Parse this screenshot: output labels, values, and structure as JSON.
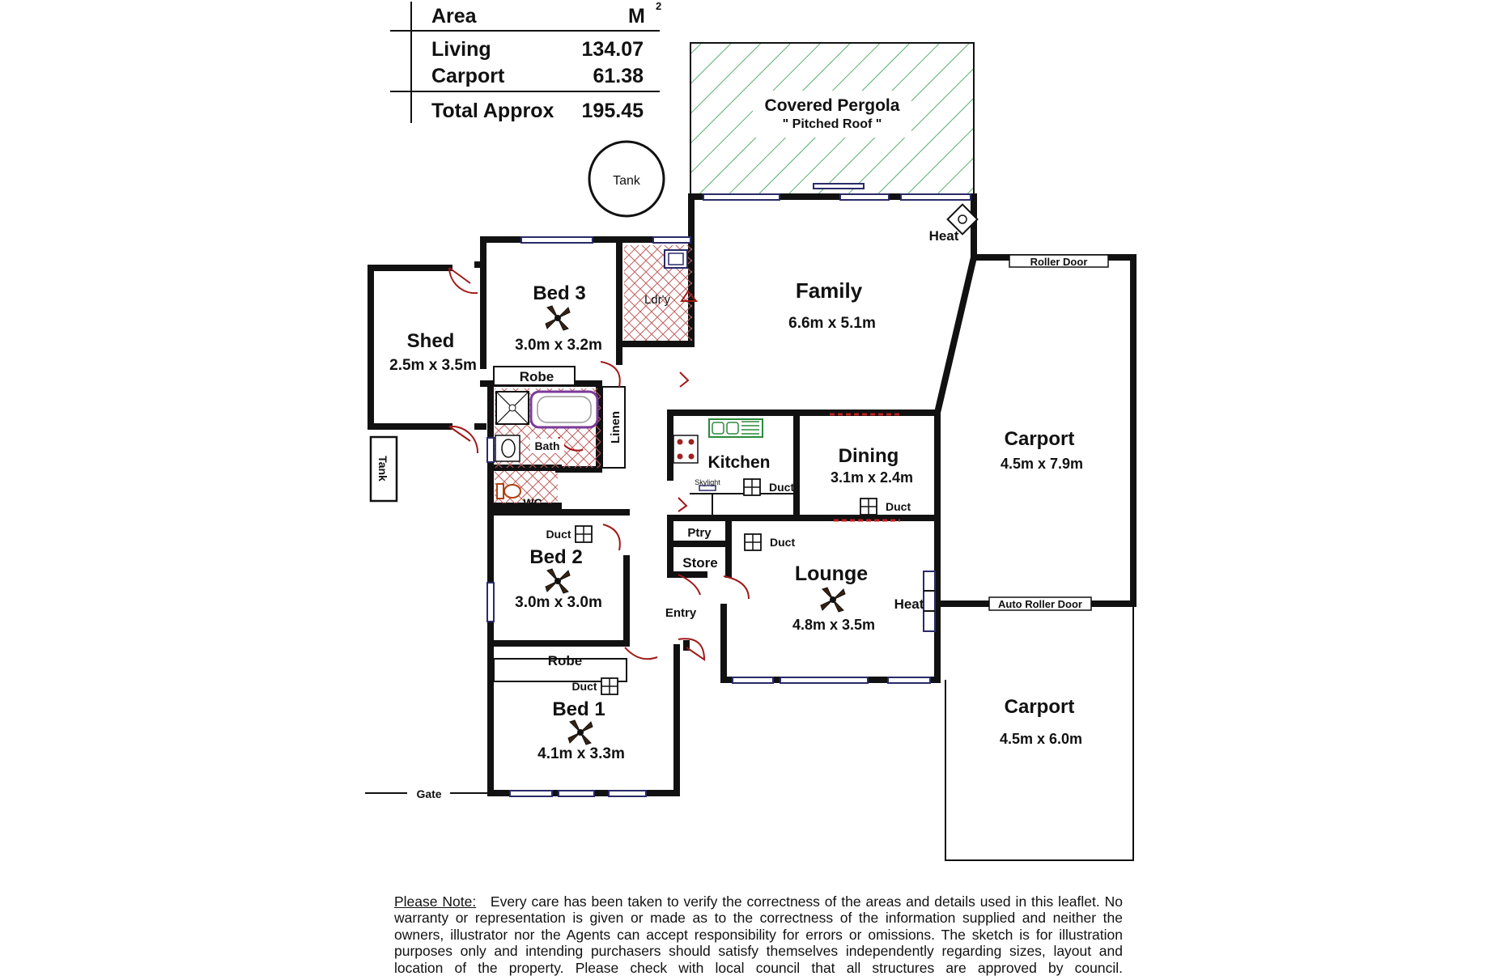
{
  "area_table": {
    "header_label": "Area",
    "header_unit": "M",
    "header_unit_sup": "2",
    "rows": [
      {
        "label": "Living",
        "value": "134.07"
      },
      {
        "label": "Carport",
        "value": "61.38"
      }
    ],
    "total": {
      "label": "Total Approx",
      "value": "195.45"
    }
  },
  "rooms": {
    "pergola": {
      "name": "Covered Pergola",
      "note": "\" Pitched Roof \""
    },
    "family": {
      "name": "Family",
      "size": "6.6m x 5.1m"
    },
    "bed3": {
      "name": "Bed 3",
      "size": "3.0m x 3.2m"
    },
    "shed": {
      "name": "Shed",
      "size": "2.5m x 3.5m"
    },
    "kitchen": {
      "name": "Kitchen"
    },
    "dining": {
      "name": "Dining",
      "size": "3.1m x 2.4m"
    },
    "carport1": {
      "name": "Carport",
      "size": "4.5m x 7.9m"
    },
    "carport2": {
      "name": "Carport",
      "size": "4.5m x 6.0m"
    },
    "bed2": {
      "name": "Bed 2",
      "size": "3.0m x 3.0m"
    },
    "lounge": {
      "name": "Lounge",
      "size": "4.8m x 3.5m"
    },
    "bed1": {
      "name": "Bed 1",
      "size": "4.1m x 3.3m"
    }
  },
  "labels": {
    "tank": "Tank",
    "side_tank": "Tank",
    "heat": "Heat",
    "roller_door": "Roller Door",
    "auto_roller_door": "Auto Roller Door",
    "laundry": "Ldr'y",
    "robe": "Robe",
    "linen": "Linen",
    "bath": "Bath",
    "wc": "WC",
    "duct": "Duct",
    "skylight": "Skylight",
    "pantry": "Ptry",
    "store": "Store",
    "entry": "Entry",
    "gate": "Gate"
  },
  "note": {
    "lead": "Please Note:",
    "text": "Every care has been taken to verify the correctness of the areas and details used in this leaflet. No warranty or representation is given or made as to the correctness of the information supplied and neither the owners, illustrator nor the Agents can accept responsibility for errors or omissions. The sketch is for illustration purposes only and intending purchasers should satisfy themselves independently regarding sizes, layout and location of the property. Please check with local council that all structures are approved by council."
  },
  "colors": {
    "wall": "#111111",
    "pergola_hatch": "#2e9a4a",
    "door": "#a01818",
    "window": "#2a2a6a",
    "wet_hatch": "#c06060"
  }
}
